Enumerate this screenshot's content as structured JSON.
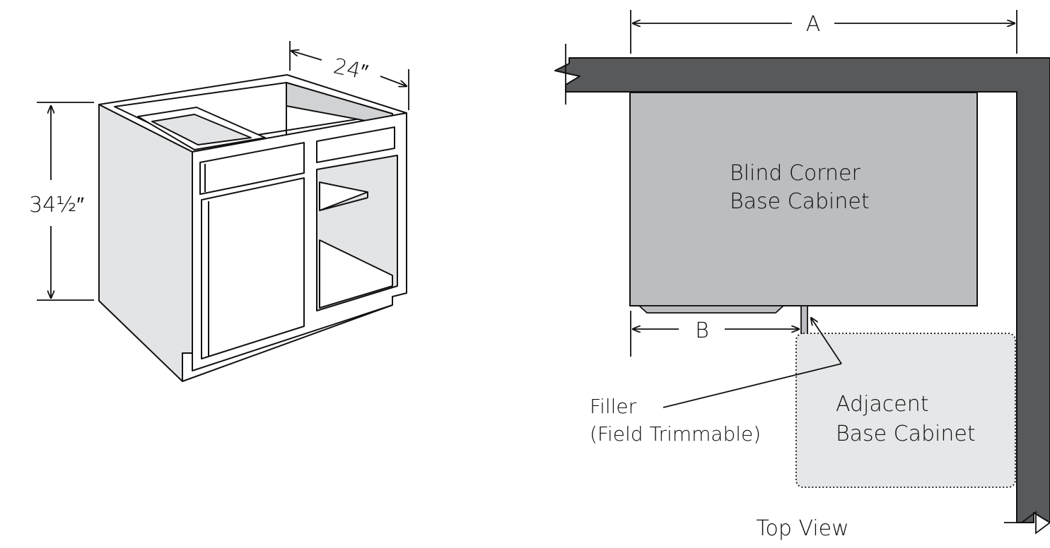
{
  "cabinet_view": {
    "height_label": "34½″",
    "depth_label": "24″"
  },
  "top_view": {
    "dim_a": "A",
    "dim_b": "B",
    "blind_line1": "Blind Corner",
    "blind_line2": "Base Cabinet",
    "adjacent_line1": "Adjacent",
    "adjacent_line2": "Base Cabinet",
    "filler_line1": "Filler",
    "filler_line2": "(Field Trimmable)",
    "caption": "Top View"
  },
  "colors": {
    "wall": "#58595b",
    "blind_cabinet": "#bcbdc0",
    "adjacent_cabinet": "#e6e7e8",
    "side_panel": "#e3e4e6",
    "line": "#111111"
  }
}
